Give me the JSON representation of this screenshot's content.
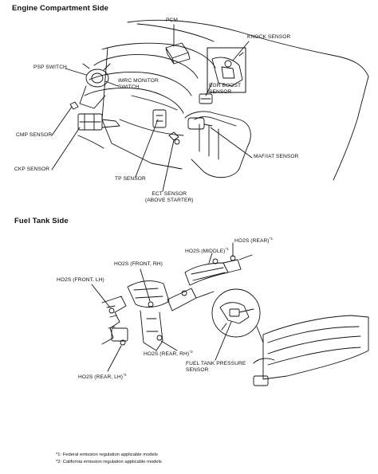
{
  "sections": {
    "engine": {
      "title": "Engine Compartment Side",
      "labels": {
        "pcm": "PCM",
        "knock_sensor": "KNOCK SENSOR",
        "psp_switch": "PSP SWITCH",
        "imrc_line1": "IMRC MONITOR",
        "imrc_line2": "SWITCH",
        "egr_line1": "EGR BOOST",
        "egr_line2": "SENSOR",
        "cmp_sensor": "CMP SENSOR",
        "ckp_sensor": "CKP SENSOR",
        "maf_iat_sensor": "MAF/IAT SENSOR",
        "tp_sensor": "TP SENSOR",
        "ect_line1": "ECT SENSOR",
        "ect_line2": "(ABOVE STARTER)"
      }
    },
    "fuel": {
      "title": "Fuel Tank Side",
      "labels": {
        "ho2s_rear": "HO2S (REAR)",
        "ho2s_rear_mark": "*1",
        "ho2s_middle": "HO2S (MIDDLE)",
        "ho2s_middle_mark": "*1",
        "ho2s_front_rh": "HO2S (FRONT, RH)",
        "ho2s_front_lh": "HO2S (FRONT, LH)",
        "ho2s_rear_rh": "HO2S (REAR, RH)",
        "ho2s_rear_rh_mark": "*2",
        "ho2s_rear_lh": "HO2S (REAR, LH)",
        "ho2s_rear_lh_mark": "*2",
        "ftp_line1": "FUEL TANK PRESSURE",
        "ftp_line2": "SENSOR"
      }
    }
  },
  "footnotes": [
    "*1: Federal emission regulation applicable models",
    "*2: California emission regulation applicable models"
  ]
}
